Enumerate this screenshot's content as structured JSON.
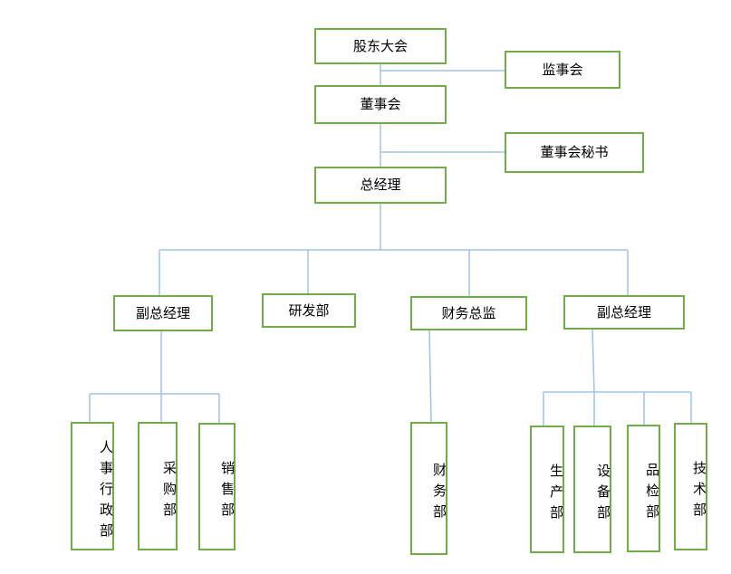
{
  "org_chart": {
    "shareholders_meeting": "股东大会",
    "supervisory_board": "监事会",
    "board_of_directors": "董事会",
    "board_secretary": "董事会秘书",
    "general_manager": "总经理",
    "deputy_gm_left": "副总经理",
    "rd_dept": "研发部",
    "finance_director": "财务总监",
    "deputy_gm_right": "副总经理",
    "hr_admin_dept": "人事行政部",
    "purchasing_dept": "采购部",
    "sales_dept": "销售部",
    "finance_dept": "财务部",
    "production_dept": "生产部",
    "equipment_dept": "设备部",
    "quality_dept": "品检部",
    "technology_dept": "技术部"
  }
}
